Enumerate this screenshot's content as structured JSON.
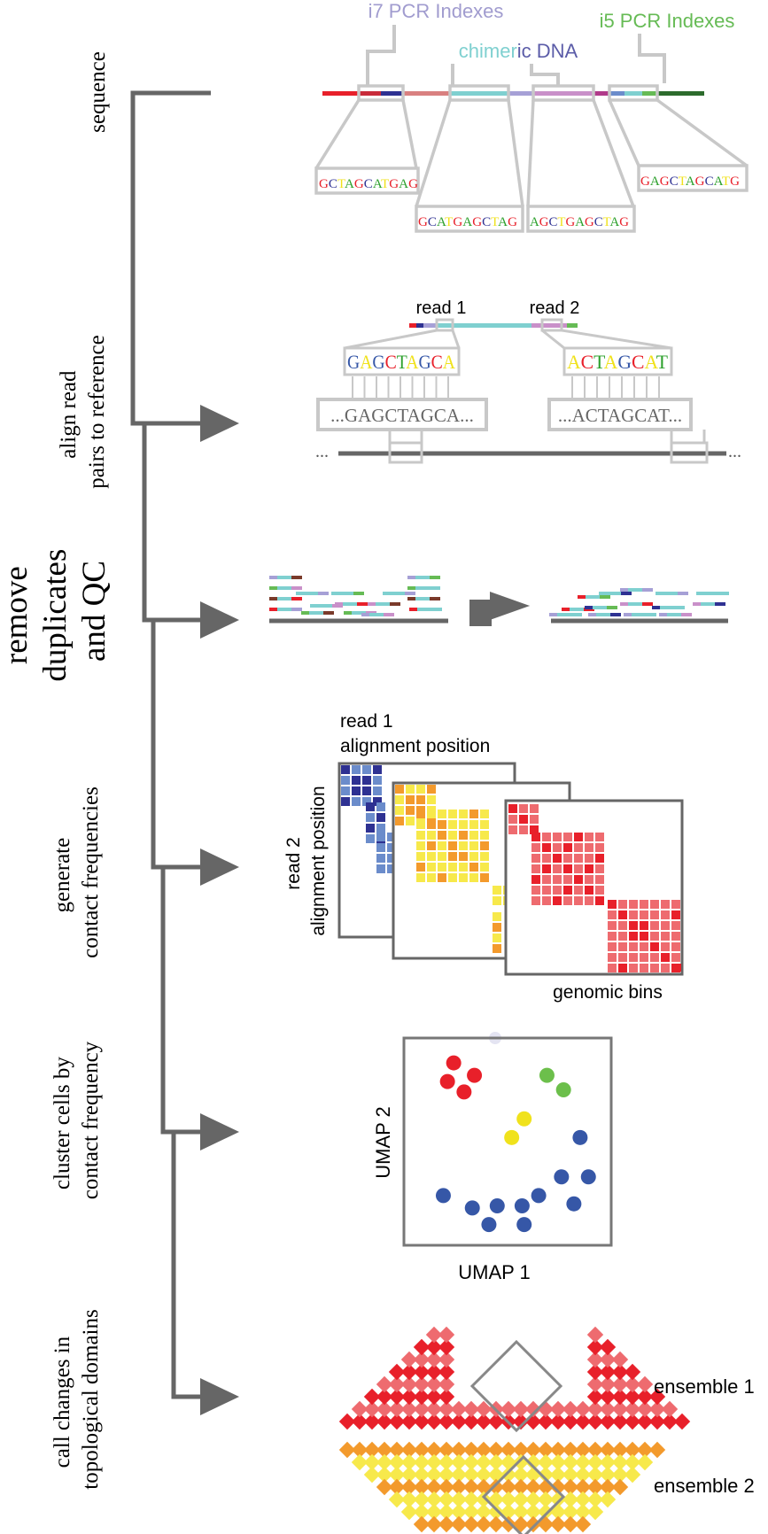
{
  "steps": [
    {
      "lines": [
        "sequence"
      ]
    },
    {
      "lines": [
        "align read",
        "pairs to reference"
      ]
    },
    {
      "lines": [
        "generate",
        "contact frequencies"
      ]
    },
    {
      "lines": [
        "cluster cells by",
        "contact frequency"
      ]
    },
    {
      "lines": [
        "call changes in",
        "topological domains"
      ]
    }
  ],
  "step_dedup": {
    "lines": [
      "remove",
      "duplicates",
      "and QC"
    ]
  },
  "sequence_panel": {
    "i7_label": "i7 PCR Indexes",
    "i5_label": "i5 PCR Indexes",
    "chimeric_label_a": "chimer",
    "chimeric_label_b": "ic DNA",
    "zoom_seqs": [
      "GCTAGCATGAG",
      "GCATGAGCTAG",
      "AGCTGAGCTAG",
      "GAGCTAGCATG"
    ]
  },
  "align_panel": {
    "read1_label": "read 1",
    "read2_label": "read 2",
    "read1_seq": "GAGCTAGCA",
    "read2_seq": "ACTAGCAT",
    "ref1": "...GAGCTAGCA...",
    "ref2": "...ACTAGCAT...",
    "ellipsis": "..."
  },
  "contact_panel": {
    "x_label_line1": "read 1",
    "x_label_line2": "alignment position",
    "y_label_line1": "read 2",
    "y_label_line2": "alignment position",
    "bins_label": "genomic bins"
  },
  "umap_panel": {
    "xlabel": "UMAP 1",
    "ylabel": "UMAP 2",
    "clusters": [
      {
        "color": "#e8202a",
        "points": [
          [
            0.24,
            0.12
          ],
          [
            0.21,
            0.21
          ],
          [
            0.34,
            0.18
          ],
          [
            0.29,
            0.26
          ]
        ]
      },
      {
        "color": "#6cbf4b",
        "points": [
          [
            0.69,
            0.18
          ],
          [
            0.77,
            0.25
          ]
        ]
      },
      {
        "color": "#f0e21c",
        "points": [
          [
            0.58,
            0.39
          ],
          [
            0.52,
            0.48
          ]
        ]
      },
      {
        "color": "#3657a7",
        "points": [
          [
            0.85,
            0.48
          ],
          [
            0.76,
            0.67
          ],
          [
            0.89,
            0.67
          ],
          [
            0.19,
            0.76
          ],
          [
            0.33,
            0.82
          ],
          [
            0.45,
            0.81
          ],
          [
            0.57,
            0.81
          ],
          [
            0.65,
            0.76
          ],
          [
            0.82,
            0.8
          ],
          [
            0.41,
            0.9
          ],
          [
            0.58,
            0.9
          ]
        ]
      }
    ]
  },
  "tad_panel": {
    "ensemble1": "ensemble 1",
    "ensemble2": "ensemble 2"
  },
  "colors": {
    "arrow": "#666666",
    "box_gray": "#c8c8c8",
    "i7": "#a19ccf",
    "i5": "#66bb55",
    "chimeric_a": "#7fd0d0",
    "chimeric_b": "#5b5ca8",
    "blue_dark": "#2e3192",
    "blue_light": "#6b8ccb",
    "yellow": "#f7e94b",
    "orange": "#f39a2c",
    "red": "#e8202a",
    "red_light": "#ee6b6f"
  }
}
